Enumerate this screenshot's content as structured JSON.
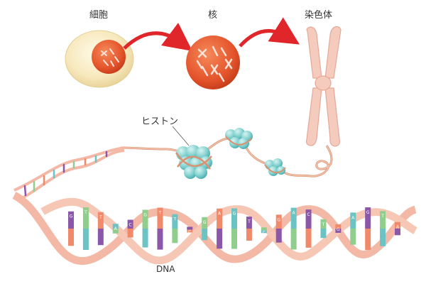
{
  "labels": {
    "cell": "細胞",
    "nucleus": "核",
    "chromosome": "染色体",
    "histone": "ヒストン",
    "dna": "DNA"
  },
  "colors": {
    "arrow": "#e0262b",
    "cell_outer": "#f6e6b8",
    "nucleus": "#e5542c",
    "chromosome": "#f5cbbd",
    "histone": "#7fd1cf",
    "strand": "#f3b9a6",
    "base_purple": "#8b57a8",
    "base_green": "#8fce8c",
    "base_salmon": "#f08a6a",
    "base_teal": "#6cc3c4"
  },
  "dna_bases": [
    "G",
    "T",
    "T",
    "A",
    "C",
    "G",
    "T",
    "T",
    "C",
    "G",
    "A",
    "G",
    "T",
    "C",
    "G",
    "A",
    "C",
    "T",
    "G",
    "A",
    "G",
    "T",
    "A"
  ]
}
